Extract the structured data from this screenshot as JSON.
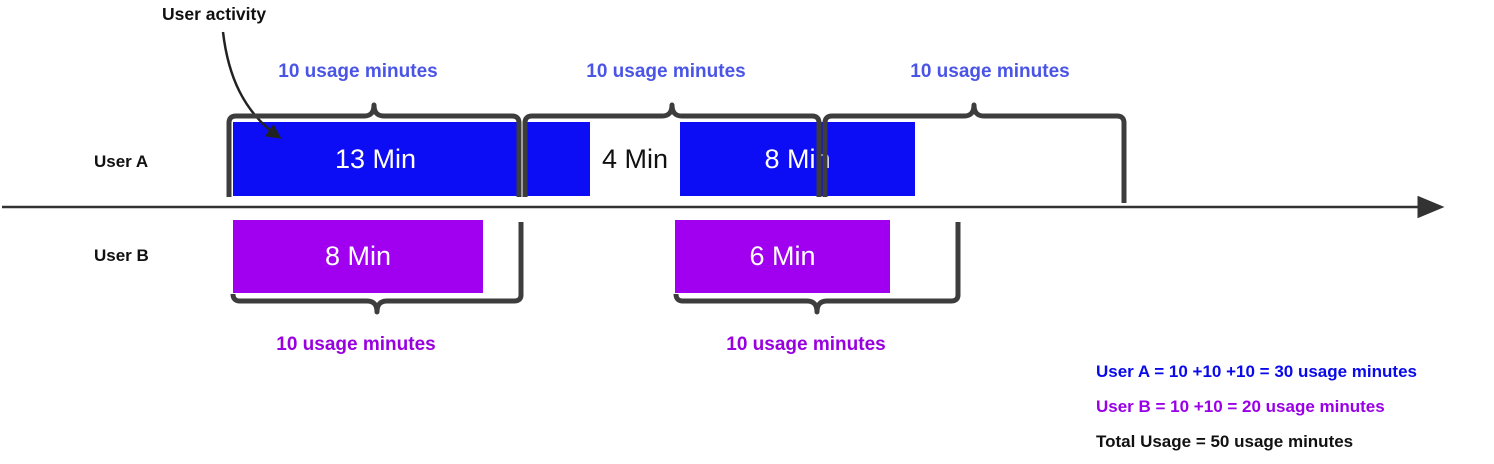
{
  "annotation": {
    "label": "User activity"
  },
  "top_windows": [
    {
      "label": "10 usage minutes"
    },
    {
      "label": "10 usage minutes"
    },
    {
      "label": "10 usage minutes"
    }
  ],
  "rows": {
    "user_a": {
      "name": "User A",
      "bar_13": "13 Min",
      "gap": "4 Min",
      "bar_8": "8 Min"
    },
    "user_b": {
      "name": "User B",
      "bar_8": "8 Min",
      "bar_6": "6 Min"
    }
  },
  "bottom_windows": [
    {
      "label": "10 usage minutes"
    },
    {
      "label": "10 usage minutes"
    }
  ],
  "summary": {
    "user_a": "User A = 10 +10 +10 = 30 usage minutes",
    "user_b": "User B = 10 +10 = 20 usage minutes",
    "total": "Total Usage = 50 usage minutes"
  },
  "usage": {
    "window_minutes": 10,
    "user_a_total_minutes": 30,
    "user_b_total_minutes": 20,
    "total_usage_minutes": 50
  },
  "colors": {
    "user_a_bar": "#0d0df5",
    "user_b_bar": "#a100f0",
    "window_label_blue": "#4a55e6",
    "window_label_purple": "#9900e0",
    "summary_user_a": "#0a0ae8",
    "summary_user_b": "#9900e8",
    "summary_total": "#111111",
    "brace": "#3d3d3d",
    "timeline": "#333333"
  }
}
